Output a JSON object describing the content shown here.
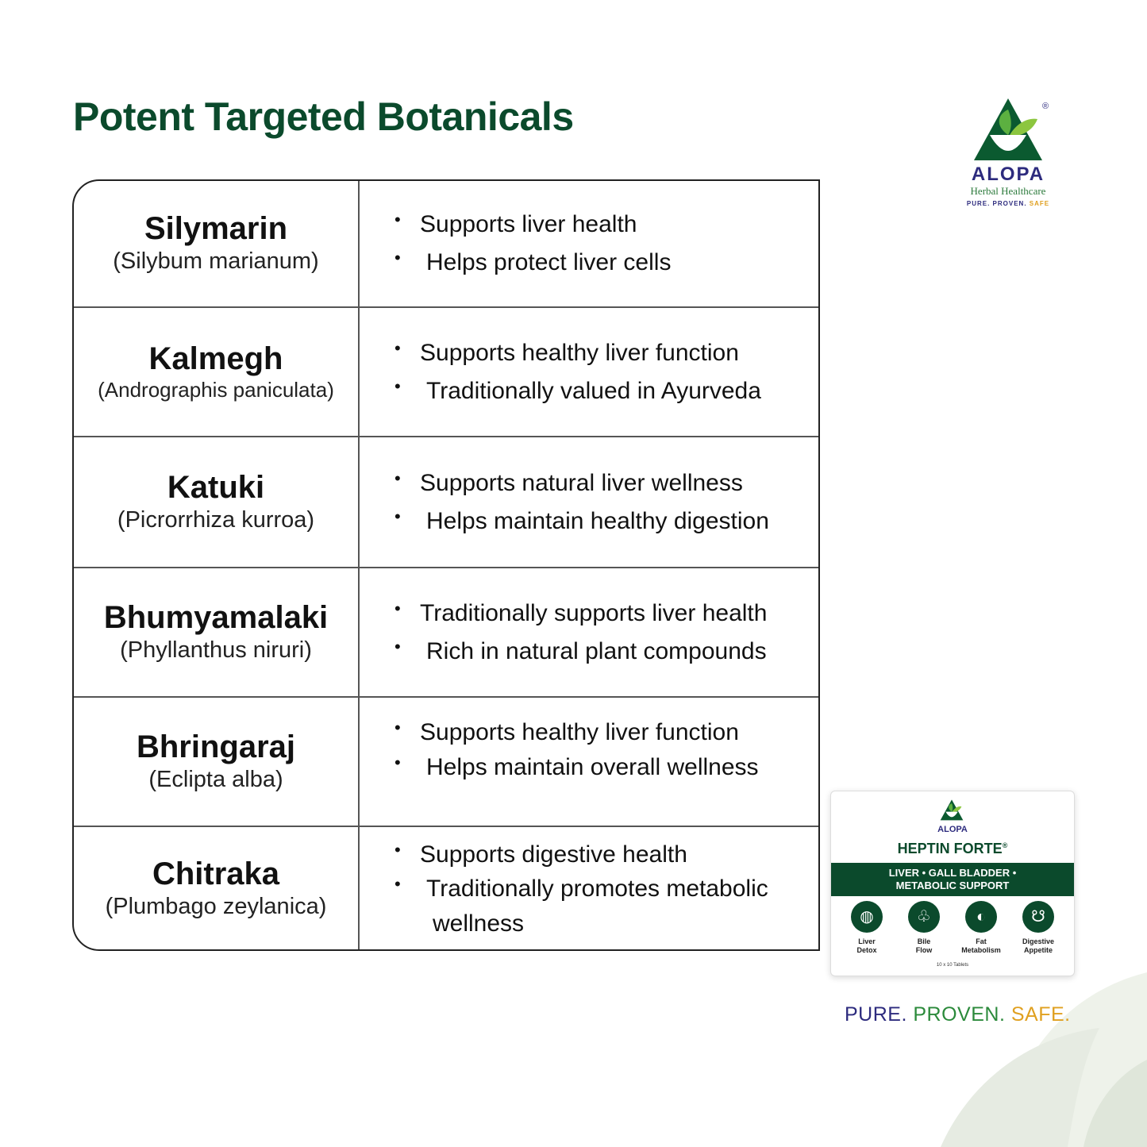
{
  "title": "Potent Targeted Botanicals",
  "logo": {
    "brand": "ALOPA",
    "registered": "®",
    "subtitle": "Herbal Healthcare",
    "tagline_a": "PURE. PROVEN.",
    "tagline_b": "SAFE"
  },
  "botanicals": [
    {
      "name": "Silymarin",
      "latin": "(Silybum marianum)",
      "benefits": [
        "Supports liver health",
        "Helps protect liver cells"
      ]
    },
    {
      "name": "Kalmegh",
      "latin": "(Andrographis paniculata)",
      "benefits": [
        "Supports healthy liver function",
        "Traditionally valued in Ayurveda"
      ]
    },
    {
      "name": "Katuki",
      "latin": "(Picrorrhiza kurroa)",
      "benefits": [
        "Supports natural liver wellness",
        "Helps maintain healthy digestion"
      ]
    },
    {
      "name": "Bhumyamalaki",
      "latin": "(Phyllanthus niruri)",
      "benefits": [
        "Traditionally supports liver health",
        "Rich in natural plant compounds"
      ]
    },
    {
      "name": "Bhringaraj",
      "latin": "(Eclipta alba)",
      "benefits": [
        "Supports healthy liver function",
        "Helps maintain overall wellness"
      ]
    },
    {
      "name": "Chitraka",
      "latin": "(Plumbago zeylanica)",
      "benefits": [
        "Supports digestive health",
        "Traditionally promotes metabolic",
        "wellness"
      ]
    }
  ],
  "product": {
    "brand": "ALOPA",
    "name": "HEPTIN FORTE",
    "registered": "®",
    "band_line1": "LIVER • GALL BLADDER •",
    "band_line2": "METABOLIC SUPPORT",
    "icons": [
      {
        "icon": "liver-icon",
        "line1": "Liver",
        "line2": "Detox"
      },
      {
        "icon": "gall-bladder-icon",
        "line1": "Bile",
        "line2": "Flow"
      },
      {
        "icon": "fat-liver-icon",
        "line1": "Fat",
        "line2": "Metabolism"
      },
      {
        "icon": "stomach-icon",
        "line1": "Digestive",
        "line2": "Appetite"
      }
    ],
    "count": "10 x 10 Tablets"
  },
  "slogan": {
    "pure": "PURE.",
    "proven": "PROVEN.",
    "safe": "SAFE."
  },
  "colors": {
    "primary_green": "#0b4a2c",
    "brand_blue": "#2d2b7e",
    "accent_green": "#2b8a3b",
    "accent_gold": "#e0a020"
  }
}
